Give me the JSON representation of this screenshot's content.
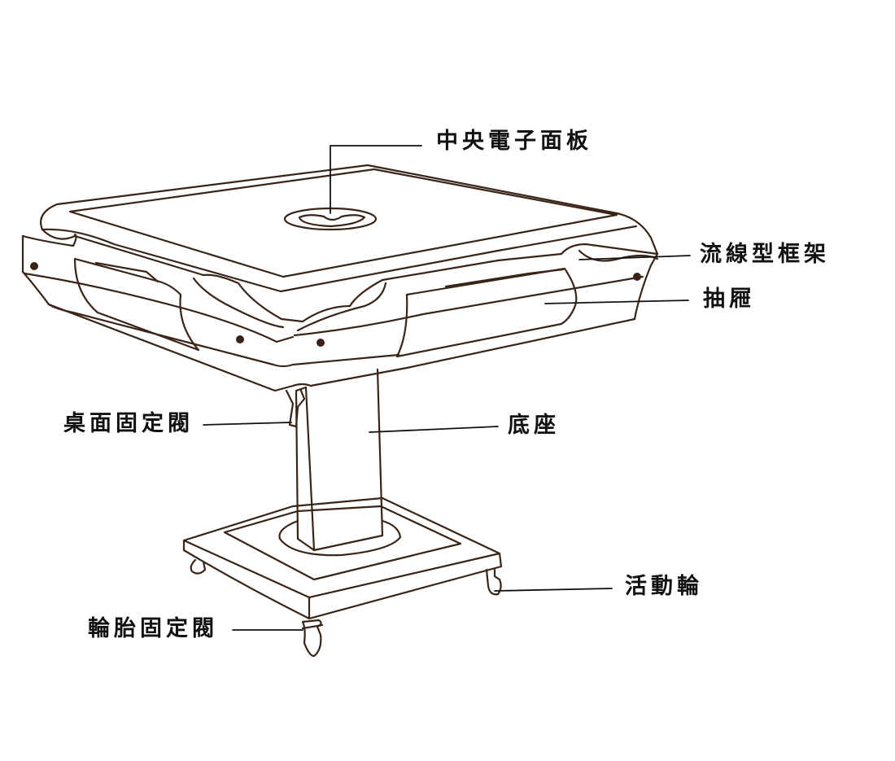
{
  "labels": {
    "center_panel": "中央電子面板",
    "streamlined_frame": "流線型框架",
    "drawer": "抽屜",
    "tabletop_lock": "桌面固定閥",
    "base": "底座",
    "caster": "活動輪",
    "wheel_lock": "輪胎固定閥"
  },
  "colors": {
    "outline": "#3a2418",
    "leader": "#111111",
    "text": "#111111",
    "dot": "#3a2418",
    "background": "#ffffff"
  }
}
